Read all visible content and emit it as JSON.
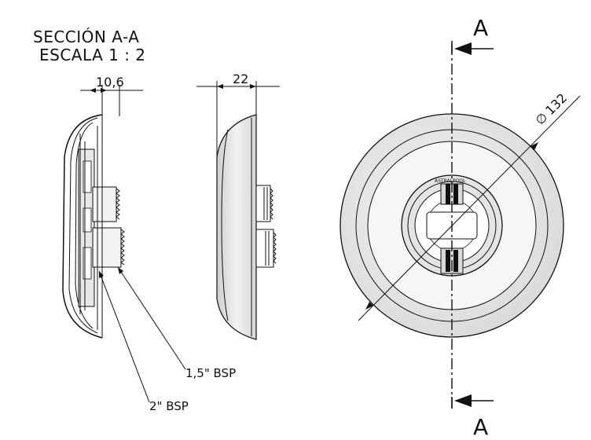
{
  "section": {
    "title_line1": "SECCIÓN A-A",
    "title_line2": "ESCALA 1 : 2"
  },
  "dimensions": {
    "thickness": "10,6",
    "depth": "22",
    "diameter": "132",
    "diameter_symbol": "∅"
  },
  "threads": {
    "small": "1,5\" BSP",
    "large": "2\" BSP"
  },
  "section_marker": {
    "top": "A",
    "bottom": "A"
  },
  "part_marking": "ASTRALPOOL"
}
